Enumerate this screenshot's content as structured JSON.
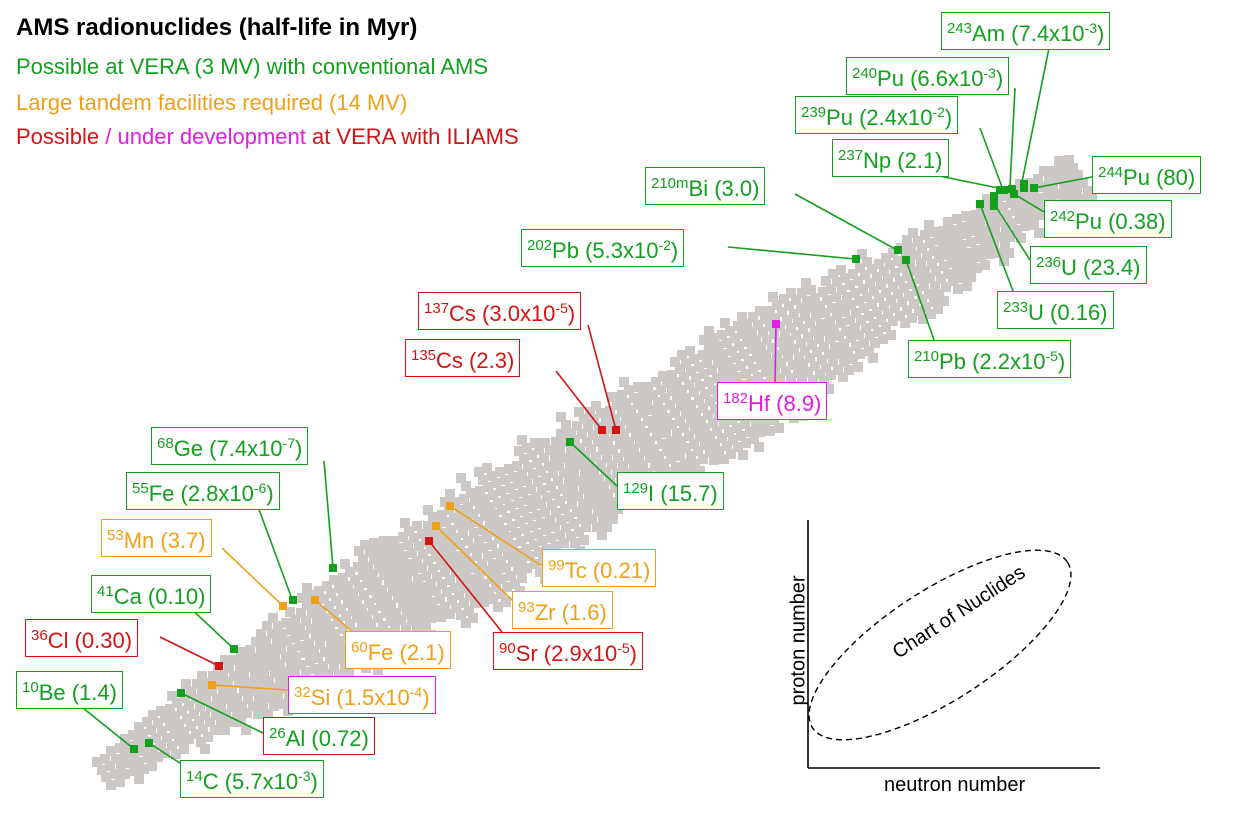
{
  "colors": {
    "green": "#12a01e",
    "orange": "#f0a016",
    "red": "#d41414",
    "magenta": "#e01ee0",
    "black": "#000000",
    "band": "#ccc8c6"
  },
  "legend": {
    "title": "AMS radionuclides (half-life in Myr)",
    "line1": "Possible at VERA (3 MV) with conventional AMS",
    "line2": "Large tandem facilities required (14 MV)",
    "line3_part1": "Possible",
    "line3_sep": " / ",
    "line3_part2": "under development",
    "line3_part3": " at VERA with ",
    "line3_part4": "ILIAMS"
  },
  "nuclides": [
    {
      "mass": "243",
      "symbol": "Am",
      "halflife": " (7.4x10",
      "exp": "-3",
      "close": ")",
      "category": "green"
    },
    {
      "mass": "240",
      "symbol": "Pu",
      "halflife": " (6.6x10",
      "exp": "-3",
      "close": ")",
      "category": "green"
    },
    {
      "mass": "239",
      "symbol": "Pu",
      "halflife": " (2.4x10",
      "exp": "-2",
      "close": ")",
      "category": "green"
    },
    {
      "mass": "237",
      "symbol": "Np",
      "halflife": " (2.1)",
      "exp": "",
      "close": "",
      "category": "green"
    },
    {
      "mass": "244",
      "symbol": "Pu",
      "halflife": " (80)",
      "exp": "",
      "close": "",
      "category": "green"
    },
    {
      "mass": "242",
      "symbol": "Pu",
      "halflife": " (0.38)",
      "exp": "",
      "close": "",
      "category": "green"
    },
    {
      "mass": "236",
      "symbol": "U",
      "halflife": " (23.4)",
      "exp": "",
      "close": "",
      "category": "green"
    },
    {
      "mass": "233",
      "symbol": "U",
      "halflife": " (0.16)",
      "exp": "",
      "close": "",
      "category": "green"
    },
    {
      "mass": "210m",
      "symbol": "Bi",
      "halflife": " (3.0)",
      "exp": "",
      "close": "",
      "category": "green"
    },
    {
      "mass": "202",
      "symbol": "Pb",
      "halflife": " (5.3x10",
      "exp": "-2",
      "close": ")",
      "category": "green"
    },
    {
      "mass": "210",
      "symbol": "Pb",
      "halflife": " (2.2x10",
      "exp": "-5",
      "close": ")",
      "category": "green"
    },
    {
      "mass": "137",
      "symbol": "Cs",
      "halflife": " (3.0x10",
      "exp": "-5",
      "close": ")",
      "category": "red"
    },
    {
      "mass": "135",
      "symbol": "Cs",
      "halflife": " (2.3)",
      "exp": "",
      "close": "",
      "category": "red"
    },
    {
      "mass": "182",
      "symbol": "Hf",
      "halflife": " (8.9)",
      "exp": "",
      "close": "",
      "category": "magenta"
    },
    {
      "mass": "129",
      "symbol": "I",
      "halflife": " (15.7)",
      "exp": "",
      "close": "",
      "category": "green"
    },
    {
      "mass": "68",
      "symbol": "Ge",
      "halflife": " (7.4x10",
      "exp": "-7",
      "close": ")",
      "category": "green"
    },
    {
      "mass": "55",
      "symbol": "Fe",
      "halflife": " (2.8x10",
      "exp": "-6",
      "close": ")",
      "category": "green"
    },
    {
      "mass": "53",
      "symbol": "Mn",
      "halflife": " (3.7)",
      "exp": "",
      "close": "",
      "category": "orange"
    },
    {
      "mass": "99",
      "symbol": "Tc",
      "halflife": " (0.21)",
      "exp": "",
      "close": "",
      "category": "orange"
    },
    {
      "mass": "93",
      "symbol": "Zr",
      "halflife": " (1.6)",
      "exp": "",
      "close": "",
      "category": "orange"
    },
    {
      "mass": "41",
      "symbol": "Ca",
      "halflife": " (0.10)",
      "exp": "",
      "close": "",
      "category": "green"
    },
    {
      "mass": "36",
      "symbol": "Cl",
      "halflife": " (0.30)",
      "exp": "",
      "close": "",
      "category": "red"
    },
    {
      "mass": "60",
      "symbol": "Fe",
      "halflife": " (2.1)",
      "exp": "",
      "close": "",
      "category": "orange"
    },
    {
      "mass": "90",
      "symbol": "Sr",
      "halflife": "  (2.9x10",
      "exp": "-5",
      "close": ")",
      "category": "red"
    },
    {
      "mass": "10",
      "symbol": "Be",
      "halflife": " (1.4)",
      "exp": "",
      "close": "",
      "category": "green"
    },
    {
      "mass": "32",
      "symbol": "Si",
      "halflife": " (1.5x10",
      "exp": "-4",
      "close": ")",
      "category": "orange",
      "border": "magenta"
    },
    {
      "mass": "26",
      "symbol": "Al",
      "halflife": " (0.72)",
      "exp": "",
      "close": "",
      "category": "green",
      "border": "red"
    },
    {
      "mass": "14",
      "symbol": "C",
      "halflife": " (5.7x10",
      "exp": "-3",
      "close": ")",
      "category": "green"
    }
  ],
  "inset": {
    "ylabel": "proton number",
    "xlabel": "neutron number",
    "ellipse_label": "Chart of Nuclides"
  }
}
